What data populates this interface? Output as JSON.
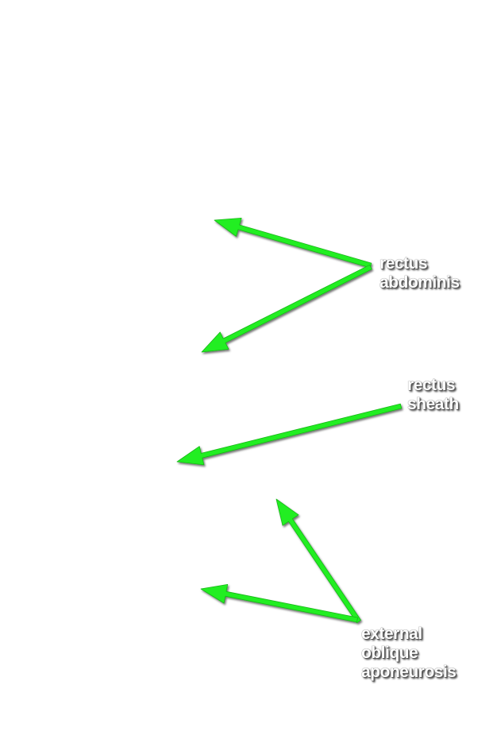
{
  "labels": {
    "rectus_abdominis": [
      "rectus",
      "abdominis"
    ],
    "rectus_sheath": [
      "rectus",
      "sheath"
    ],
    "external_oblique_aponeurosis": [
      "external",
      "oblique",
      "aponeurosis"
    ]
  },
  "colors": {
    "arrow": "#22ee22",
    "label_text": "#ffffff",
    "label_shadow": "#333333",
    "background": "#ffffff"
  }
}
